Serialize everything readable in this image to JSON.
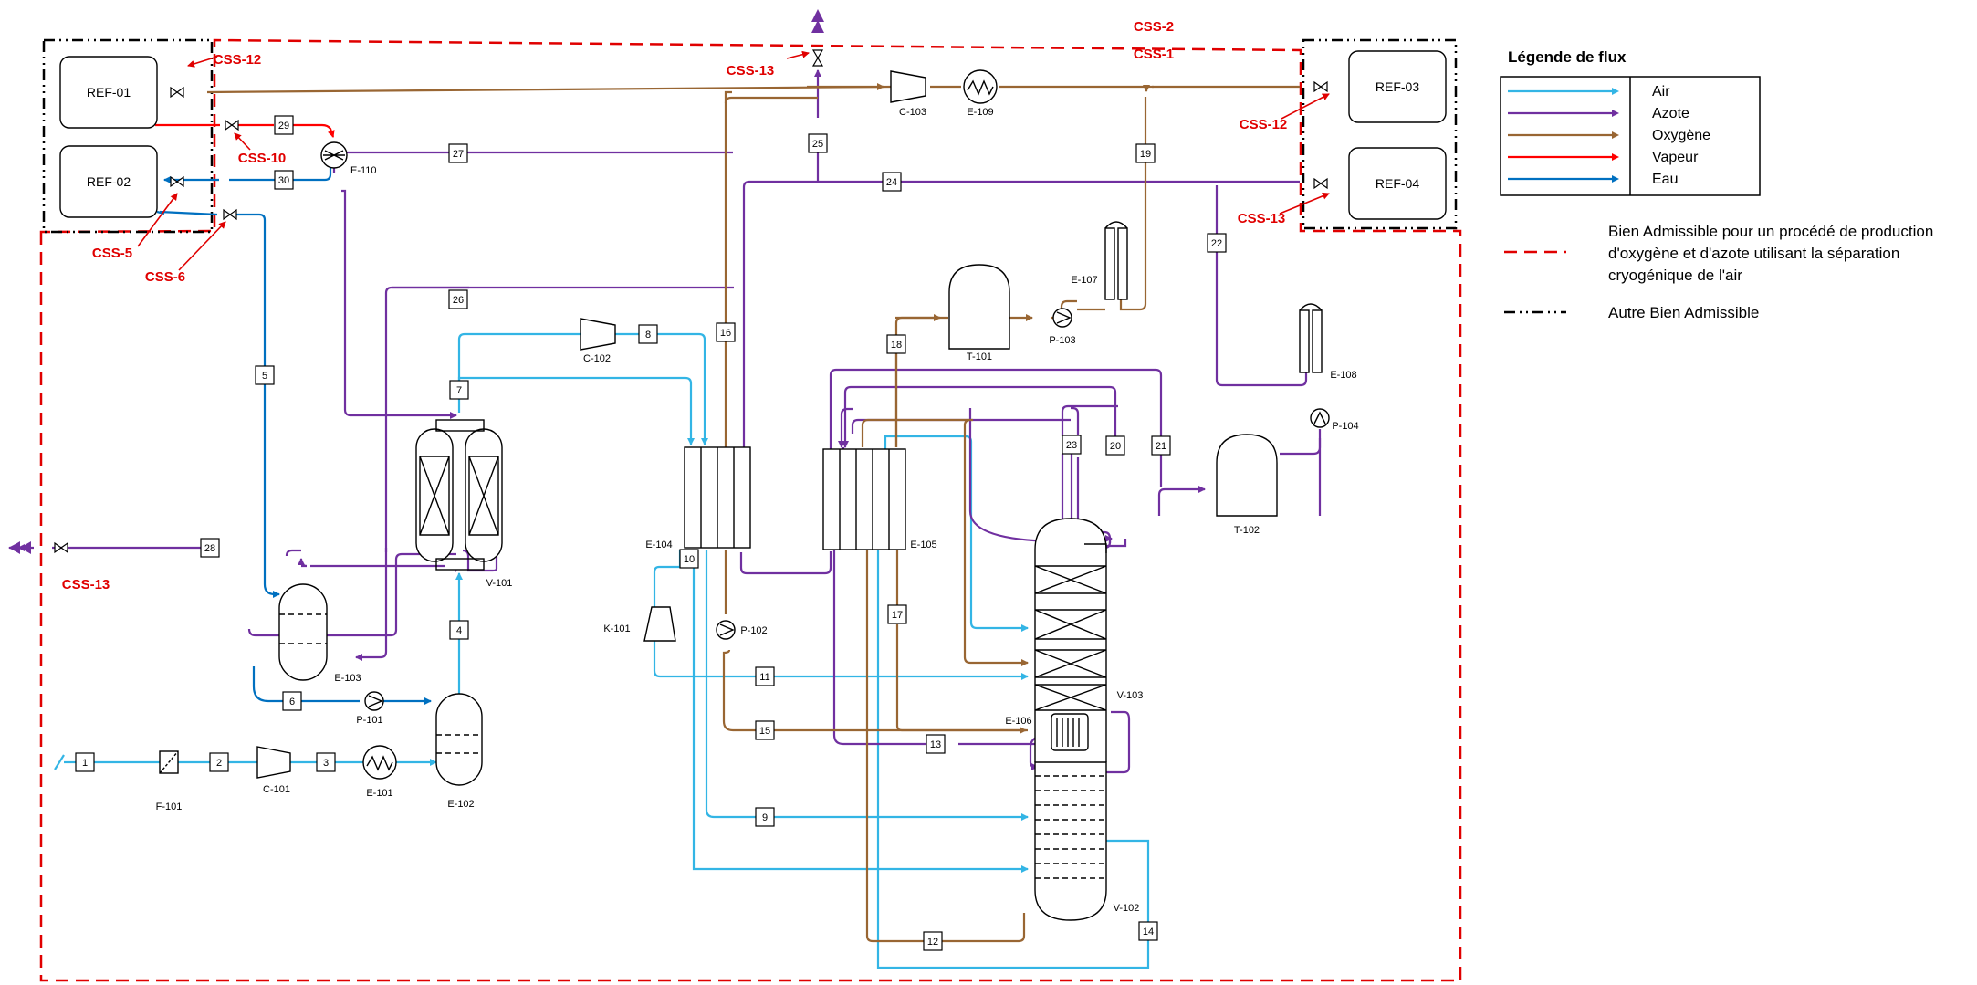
{
  "colors": {
    "air": "#33b5e5",
    "azote": "#7030a0",
    "oxygene": "#996633",
    "vapeur": "#ff0000",
    "eau": "#0070c0",
    "css": "#e00000"
  },
  "legend": {
    "title": "Légende de flux",
    "items": [
      {
        "label": "Air",
        "color": "#33b5e5"
      },
      {
        "label": "Azote",
        "color": "#7030a0"
      },
      {
        "label": "Oxygène",
        "color": "#996633"
      },
      {
        "label": "Vapeur",
        "color": "#ff0000"
      },
      {
        "label": "Eau",
        "color": "#0070c0"
      }
    ],
    "boundary_main": "Bien Admissible pour un procédé de production d'oxygène et d'azote utilisant la séparation cryogénique de l'air",
    "boundary_main_lines": [
      "Bien Admissible pour un procédé de production",
      "d'oxygène et d'azote utilisant la séparation",
      "cryogénique de l'air"
    ],
    "boundary_other": "Autre Bien Admissible"
  },
  "equipment": {
    "REF-01": "REF-01",
    "REF-02": "REF-02",
    "REF-03": "REF-03",
    "REF-04": "REF-04",
    "F-101": "F-101",
    "C-101": "C-101",
    "E-101": "E-101",
    "E-102": "E-102",
    "E-103": "E-103",
    "P-101": "P-101",
    "V-101": "V-101",
    "C-102": "C-102",
    "E-104": "E-104",
    "K-101": "K-101",
    "P-102": "P-102",
    "E-105": "E-105",
    "T-101": "T-101",
    "P-103": "P-103",
    "E-107": "E-107",
    "C-103": "C-103",
    "E-109": "E-109",
    "E-110": "E-110",
    "V-103": "V-103",
    "V-102": "V-102",
    "E-106": "E-106",
    "T-102": "T-102",
    "P-104": "P-104",
    "E-108": "E-108"
  },
  "css_labels": {
    "css2": "CSS-2",
    "css1": "CSS-1",
    "css12a": "CSS-12",
    "css13a": "CSS-13",
    "css10": "CSS-10",
    "css5": "CSS-5",
    "css6": "CSS-6",
    "css12b": "CSS-12",
    "css13b": "CSS-13",
    "css13c": "CSS-13"
  },
  "streams": [
    "1",
    "2",
    "3",
    "4",
    "5",
    "6",
    "7",
    "8",
    "9",
    "10",
    "11",
    "12",
    "13",
    "14",
    "15",
    "16",
    "17",
    "18",
    "19",
    "20",
    "21",
    "22",
    "23",
    "24",
    "25",
    "26",
    "27",
    "28",
    "29",
    "30"
  ]
}
